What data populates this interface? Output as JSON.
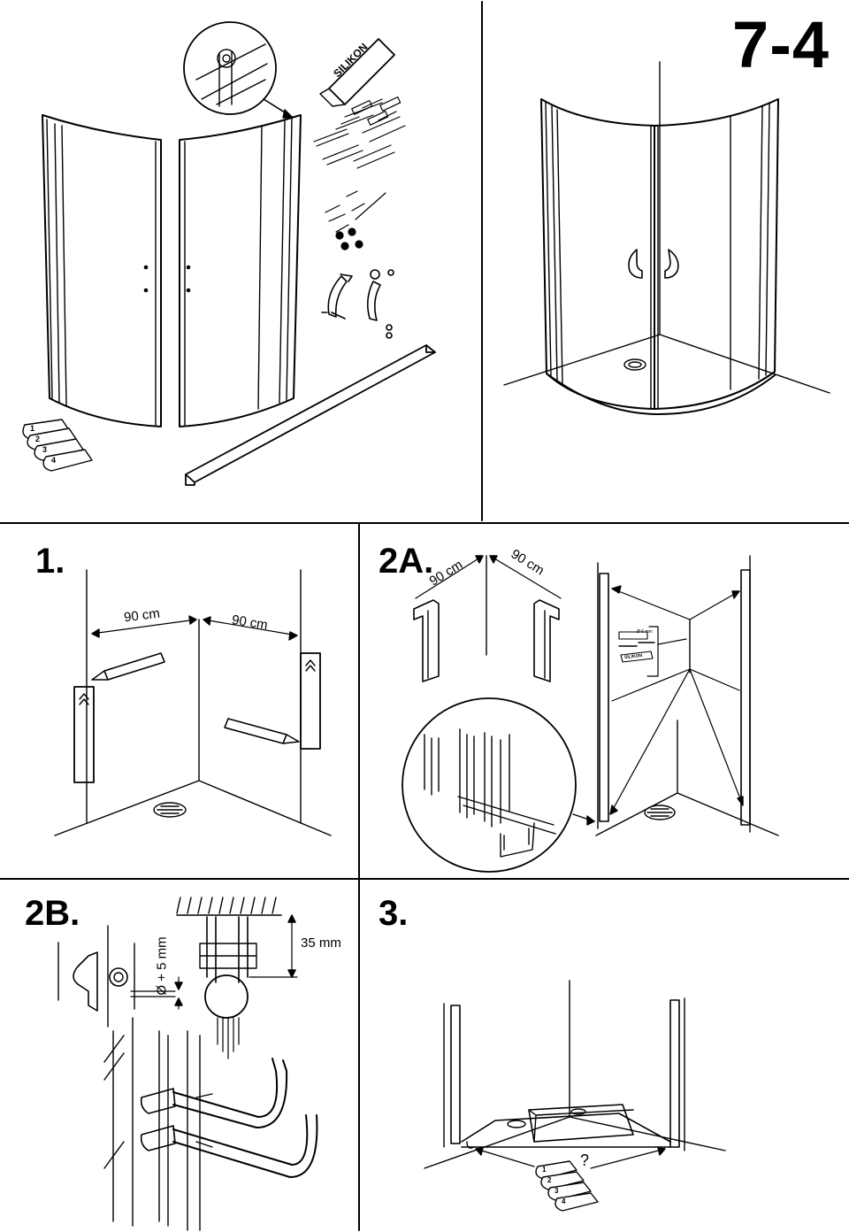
{
  "page_number": "7-4",
  "steps": {
    "s1": "1.",
    "s2a": "2A.",
    "s2b": "2B.",
    "s3": "3."
  },
  "labels": {
    "silikon": "SILIKON",
    "dim_90": "90 cm",
    "dim_35": "35 mm",
    "dim_hole": "Ø + 5 mm",
    "dim_6mm": "Ø 6 mm",
    "question": "?"
  },
  "wedges": [
    "1",
    "2",
    "3",
    "4"
  ]
}
